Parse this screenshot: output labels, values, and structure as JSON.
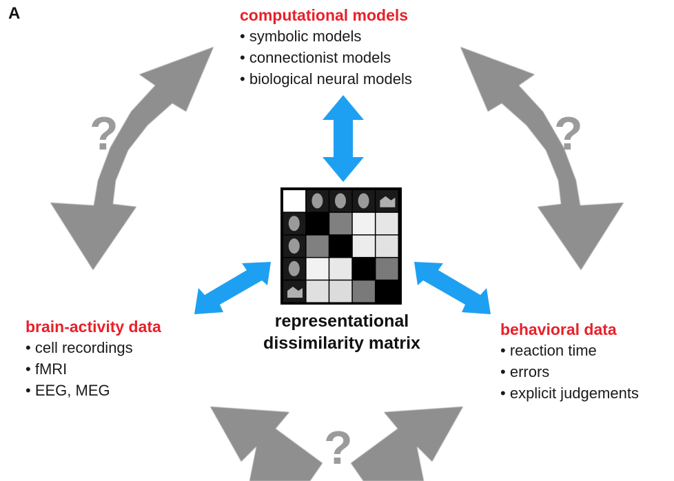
{
  "panel_label": "A",
  "nodes": {
    "models": {
      "title": "computational models",
      "items": [
        "symbolic models",
        "connectionist models",
        "biological neural models"
      ]
    },
    "brain": {
      "title": "brain-activity data",
      "items": [
        "cell recordings",
        "fMRI",
        "EEG, MEG"
      ]
    },
    "behavior": {
      "title": "behavioral data",
      "items": [
        "reaction time",
        "errors",
        "explicit judgements"
      ]
    }
  },
  "center": {
    "label_line1": "representational",
    "label_line2": "dissimilarity matrix"
  },
  "question_marks": [
    "?",
    "?",
    "?"
  ],
  "colors": {
    "title_red": "#e8202a",
    "link_blue": "#1ea0f2",
    "unknown_gray": "#8f8f8f"
  }
}
